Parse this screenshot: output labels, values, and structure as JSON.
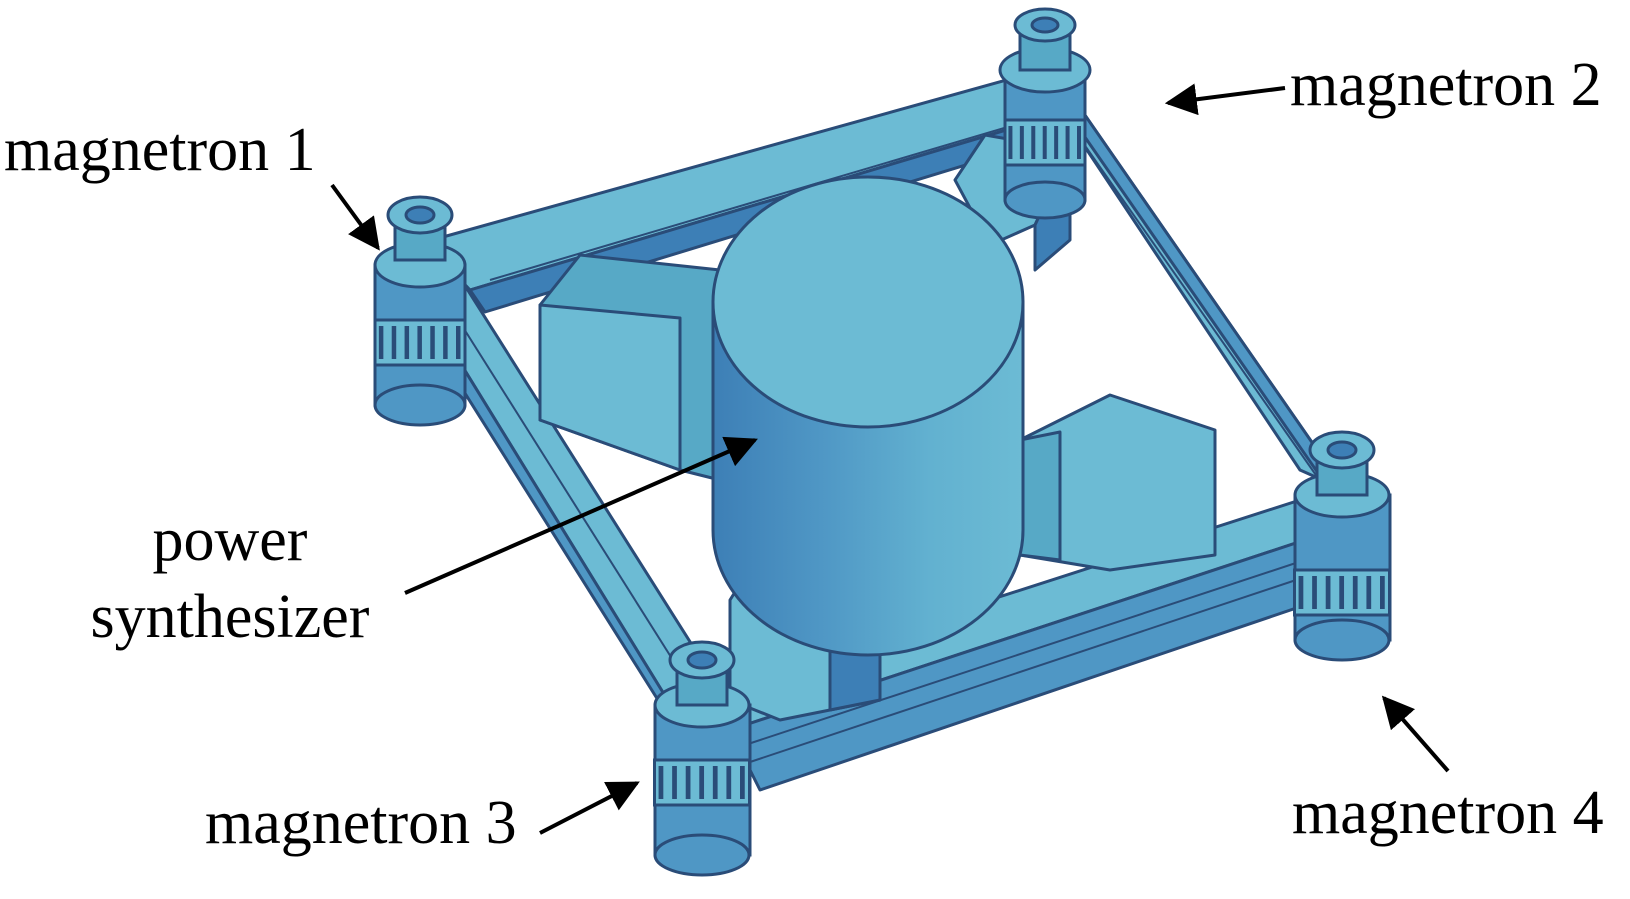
{
  "colors": {
    "body_light": "#6cbbd4",
    "body_mid": "#57a9c6",
    "body_dark": "#3d7fb6",
    "edge": "#2a4c78",
    "arrow": "#000000",
    "background": "#ffffff"
  },
  "labels": {
    "magnetron_1": "magnetron 1",
    "magnetron_2": "magnetron 2",
    "magnetron_3": "magnetron 3",
    "magnetron_4": "magnetron 4",
    "power_line1": "power",
    "power_line2": "synthesizer"
  }
}
